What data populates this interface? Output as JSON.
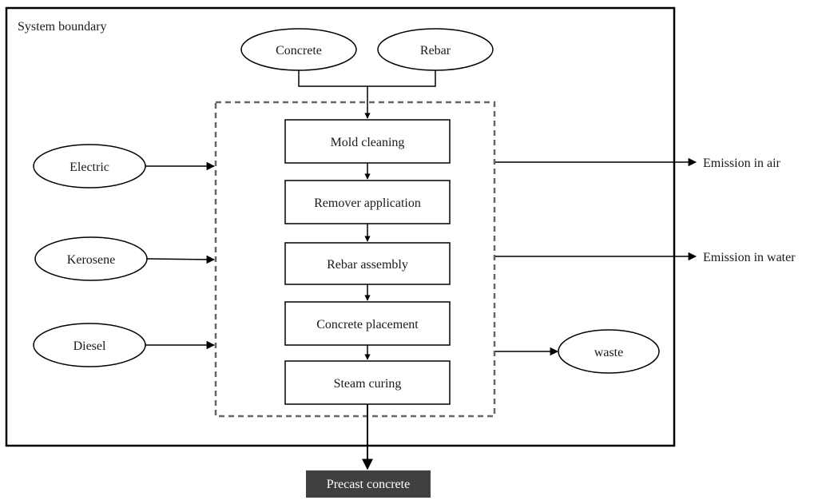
{
  "system_boundary_label": "System boundary",
  "inputs_top": [
    "Concrete",
    "Rebar"
  ],
  "inputs_left": [
    "Electric",
    "Kerosene",
    "Diesel"
  ],
  "process_steps": [
    "Mold cleaning",
    "Remover application",
    "Rebar assembly",
    "Concrete placement",
    "Steam curing"
  ],
  "outputs": {
    "emission_air": "Emission in air",
    "emission_water": "Emission in water",
    "waste": "waste"
  },
  "final_product": "Precast concrete",
  "colors": {
    "line": "#000000",
    "dashed_box": "#666666",
    "final_box_fill": "#404040",
    "final_box_text": "#ffffff"
  }
}
